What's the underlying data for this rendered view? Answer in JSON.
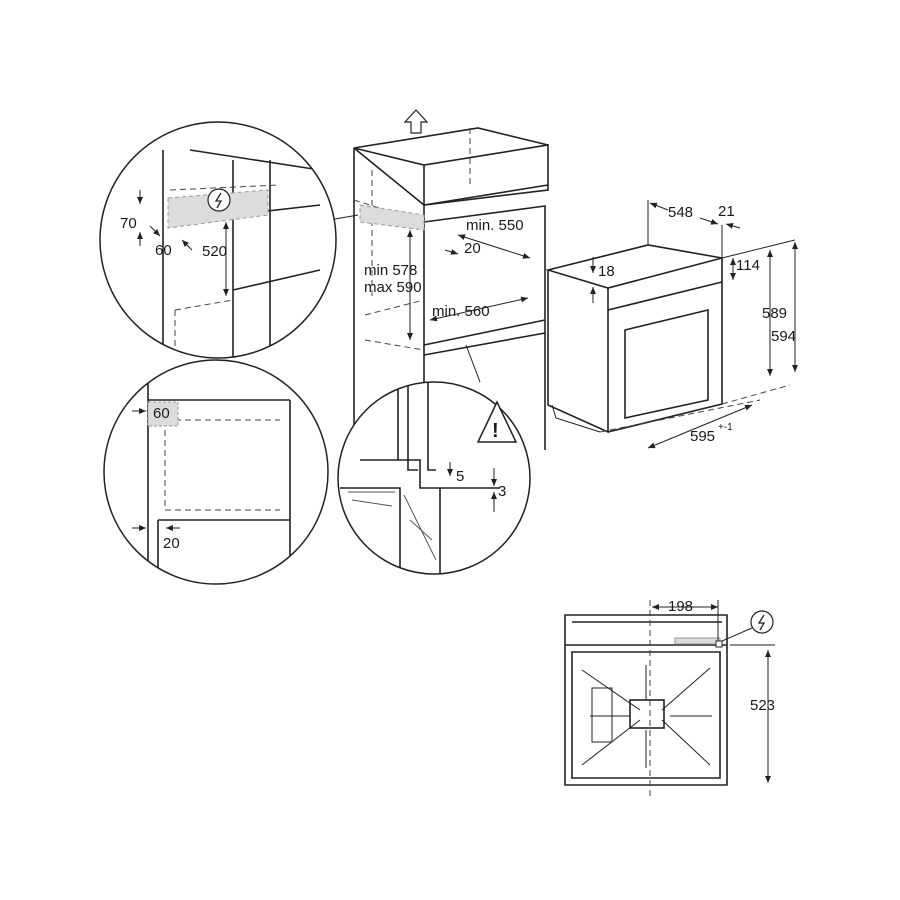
{
  "detail_top_left": {
    "dim_height_gap": "70",
    "dim_depth_gap": "60",
    "dim_socket_height": "520",
    "symbol": "power-connection"
  },
  "cabinet": {
    "dim_height_min": "min 578",
    "dim_height_max": "max 590",
    "dim_width": "min. 550",
    "dim_side": "20",
    "dim_depth": "min. 560",
    "symbol": "up-arrow"
  },
  "detail_bottom_left": {
    "dim_top": "60",
    "dim_bottom": "20"
  },
  "detail_bottom_center": {
    "dim_gap": "5",
    "dim_offset": "3",
    "symbol": "warning"
  },
  "oven": {
    "dim_depth": "548",
    "dim_front": "21",
    "dim_panel": "114",
    "dim_top_gap": "18",
    "dim_height_body": "589",
    "dim_height_total": "594",
    "dim_width": "595",
    "dim_width_tolerance": "+-1"
  },
  "top_view": {
    "dim_connection_offset": "198",
    "dim_depth": "523",
    "symbol": "power-connection"
  }
}
